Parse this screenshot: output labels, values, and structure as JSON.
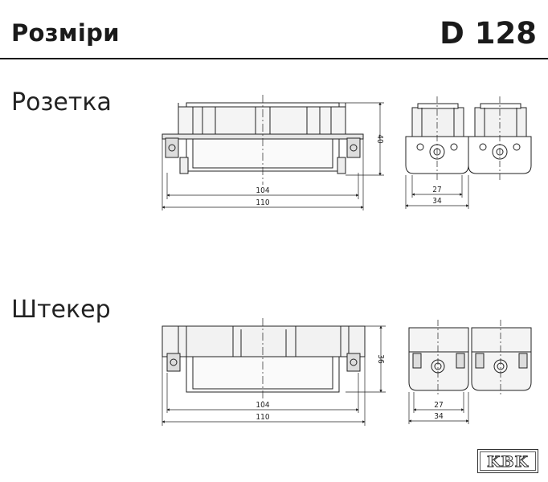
{
  "header": {
    "title": "Розміри",
    "code": "D 128"
  },
  "sections": {
    "socket": {
      "label": "Розетка",
      "dims": {
        "inner_width": "104",
        "outer_width": "110",
        "height": "40",
        "side_inner": "27",
        "side_outer": "34"
      }
    },
    "plug": {
      "label": "Штекер",
      "dims": {
        "inner_width": "104",
        "outer_width": "110",
        "height": "36",
        "side_inner": "27",
        "side_outer": "34"
      }
    }
  },
  "logo": {
    "text": "KBK"
  }
}
